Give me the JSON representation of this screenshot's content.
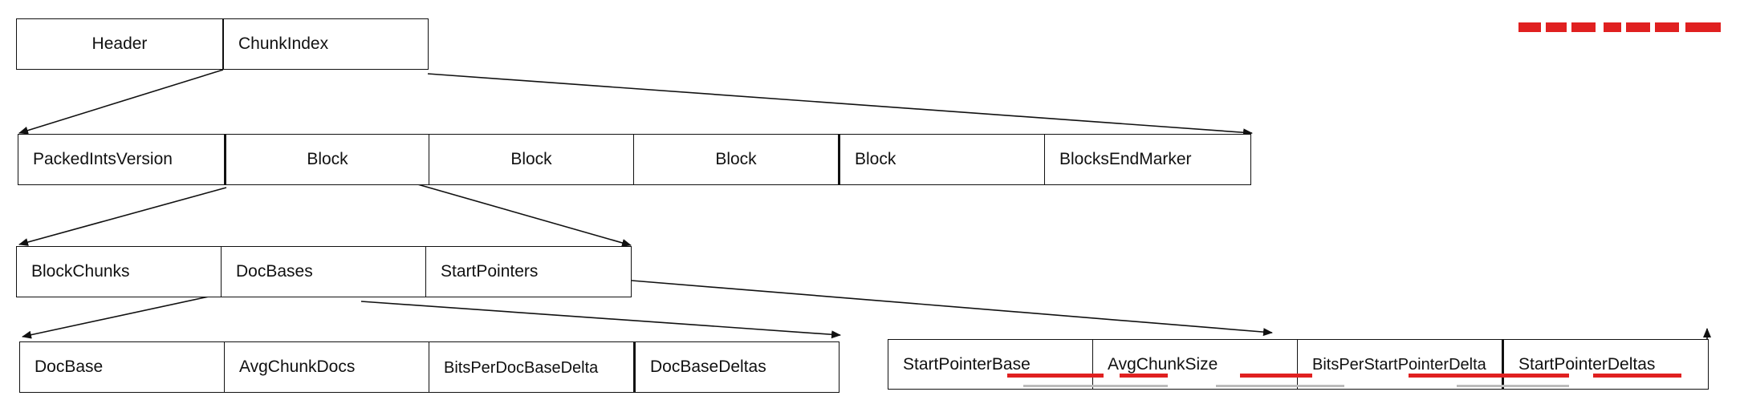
{
  "row1": [
    "Header",
    "ChunkIndex"
  ],
  "row2": [
    "PackedIntsVersion",
    "Block",
    "Block",
    "Block",
    "Block",
    "BlocksEndMarker"
  ],
  "row3": [
    "BlockChunks",
    "DocBases",
    "StartPointers"
  ],
  "row4_left": [
    "DocBase",
    "AvgChunkDocs",
    "BitsPerDocBaseDelta",
    "DocBaseDeltas"
  ],
  "row4_right": [
    "StartPointerBase",
    "AvgChunkSize",
    "BitsPerStartPointerDelta",
    "StartPointerDeltas"
  ],
  "colors": {
    "stroke": "#111111",
    "watermark": "#e02020"
  }
}
